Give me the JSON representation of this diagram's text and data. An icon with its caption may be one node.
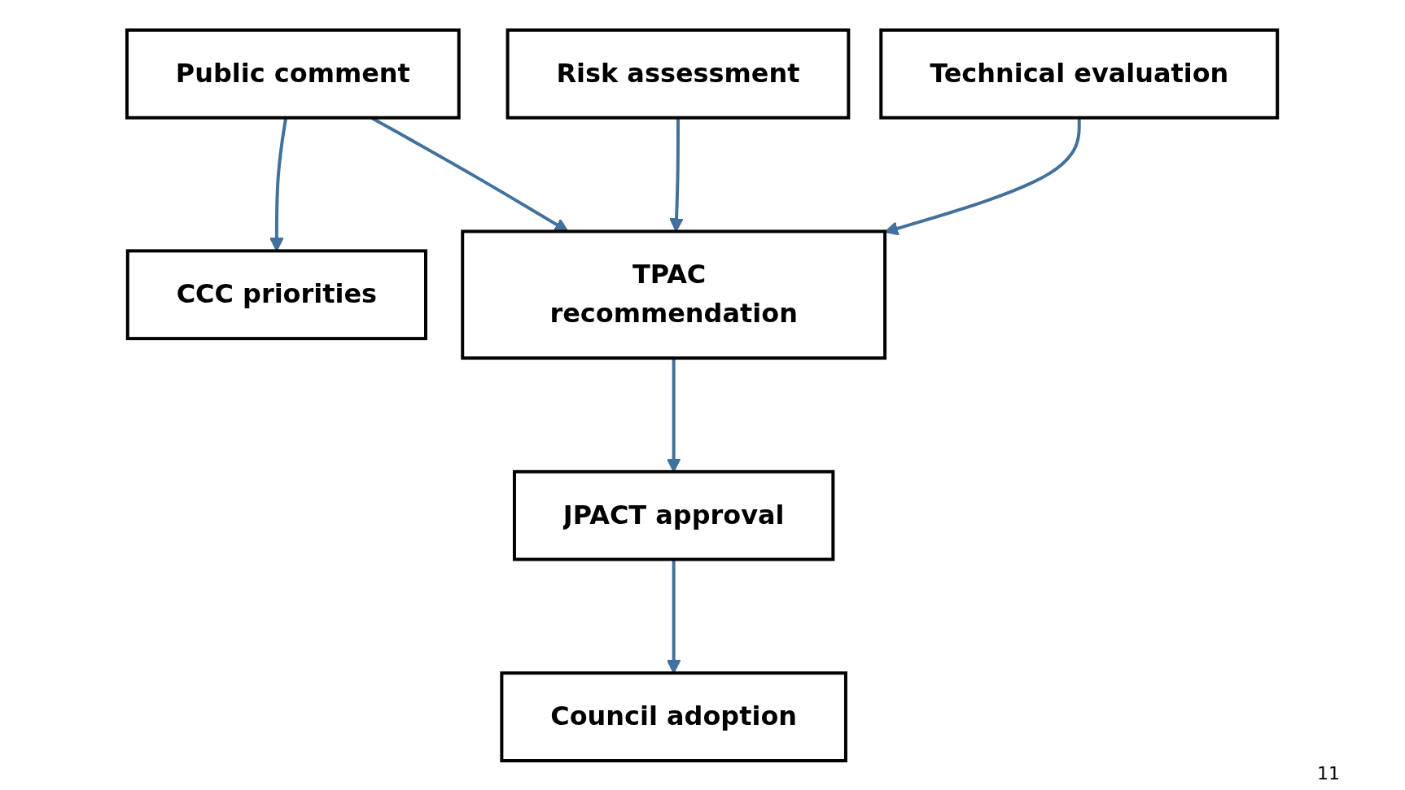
{
  "diagram": {
    "nodes": [
      {
        "text": [
          "Technical evaluation"
        ]
      },
      {
        "text": [
          "Risk assessment"
        ]
      },
      {
        "text": [
          "Public comment"
        ]
      },
      {
        "text": [
          "CCC priorities"
        ]
      },
      {
        "text": [
          "TPAC recommendation"
        ]
      },
      {
        "text": [
          "JPACT approval"
        ]
      },
      {
        "text": [
          "Council adoption"
        ]
      }
    ],
    "edges": [
      {
        "from": 0,
        "to": 4,
        "arrow": "to"
      },
      {
        "from": 1,
        "to": 4,
        "arrow": "to"
      },
      {
        "from": 2,
        "to": 4,
        "arrow": "to"
      },
      {
        "from": 2,
        "to": 3,
        "arrow": "to"
      },
      {
        "from": 4,
        "to": 5,
        "arrow": "to"
      },
      {
        "from": 5,
        "to": 6,
        "arrow": "to"
      }
    ],
    "labels": [
      "11"
    ]
  }
}
